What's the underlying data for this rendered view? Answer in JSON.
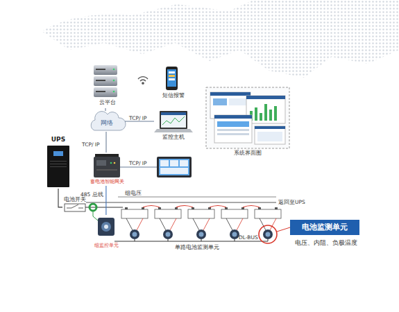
{
  "diagram": {
    "nodes": [
      {
        "text": [
          "云平台"
        ]
      },
      {
        "text": [
          "短信报警"
        ]
      },
      {
        "text": [
          "网络"
        ]
      },
      {
        "text": [
          "监控主机"
        ]
      },
      {
        "text": [
          "系统界面图"
        ]
      },
      {
        "text": [
          "UPS"
        ]
      },
      {
        "text": [
          "蓄电池智能网关"
        ]
      },
      {
        "text": [
          "电池开关"
        ]
      },
      {
        "text": [
          "组监控单元"
        ]
      },
      {
        "text": [
          "电池监测单元",
          "电压、内阻、负极温度"
        ]
      }
    ],
    "edges": [
      {
        "from": 0,
        "to": 2,
        "arrow": "none"
      },
      {
        "from": 2,
        "to": 3,
        "label": "TCP/ IP",
        "arrow": "none"
      },
      {
        "from": 2,
        "to": 6,
        "label": "TCP/ IP",
        "arrow": "none"
      },
      {
        "from": 6,
        "to": 8,
        "label": "485 总线",
        "arrow": "none"
      },
      {
        "from": 5,
        "to": 7,
        "arrow": "none"
      }
    ],
    "labels": [
      "TCP/ IP",
      "组电压",
      "返回至UPS",
      "单路电池监测单元",
      "DL-BUS"
    ]
  }
}
